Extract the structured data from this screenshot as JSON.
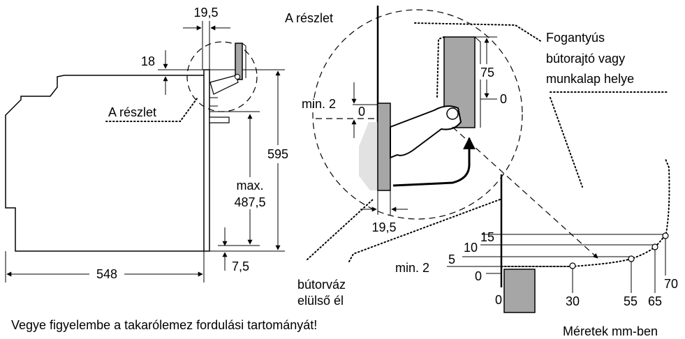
{
  "labels": {
    "detail_a_left": "A részlet",
    "detail_a_title": "A részlet",
    "furniture_front_edge": [
      "bútorváz",
      "elülső él"
    ],
    "handle_space": [
      "Fogantyús",
      "bútorajtó vagy",
      "munkalap helye"
    ],
    "footnote": "Vegye figyelembe a takarólemez fordulási tartományát!",
    "units": "Méretek mm-ben"
  },
  "dimensions": {
    "width": "548",
    "height": "595",
    "max_label": "max.",
    "max_value": "487,5",
    "bottom_gap": "7,5",
    "top_gap": "18",
    "door_offset_top": "19,5",
    "door_offset_detail": "19,5",
    "handle_height": "75",
    "handle_zero": "0",
    "min_gap_label": "min. 2",
    "min_gap_zero": "0"
  },
  "graph": {
    "y_ticks": [
      "15",
      "10",
      "5",
      "min. 2",
      "0"
    ],
    "x_ticks": [
      "0",
      "30",
      "55",
      "65",
      "70"
    ]
  }
}
